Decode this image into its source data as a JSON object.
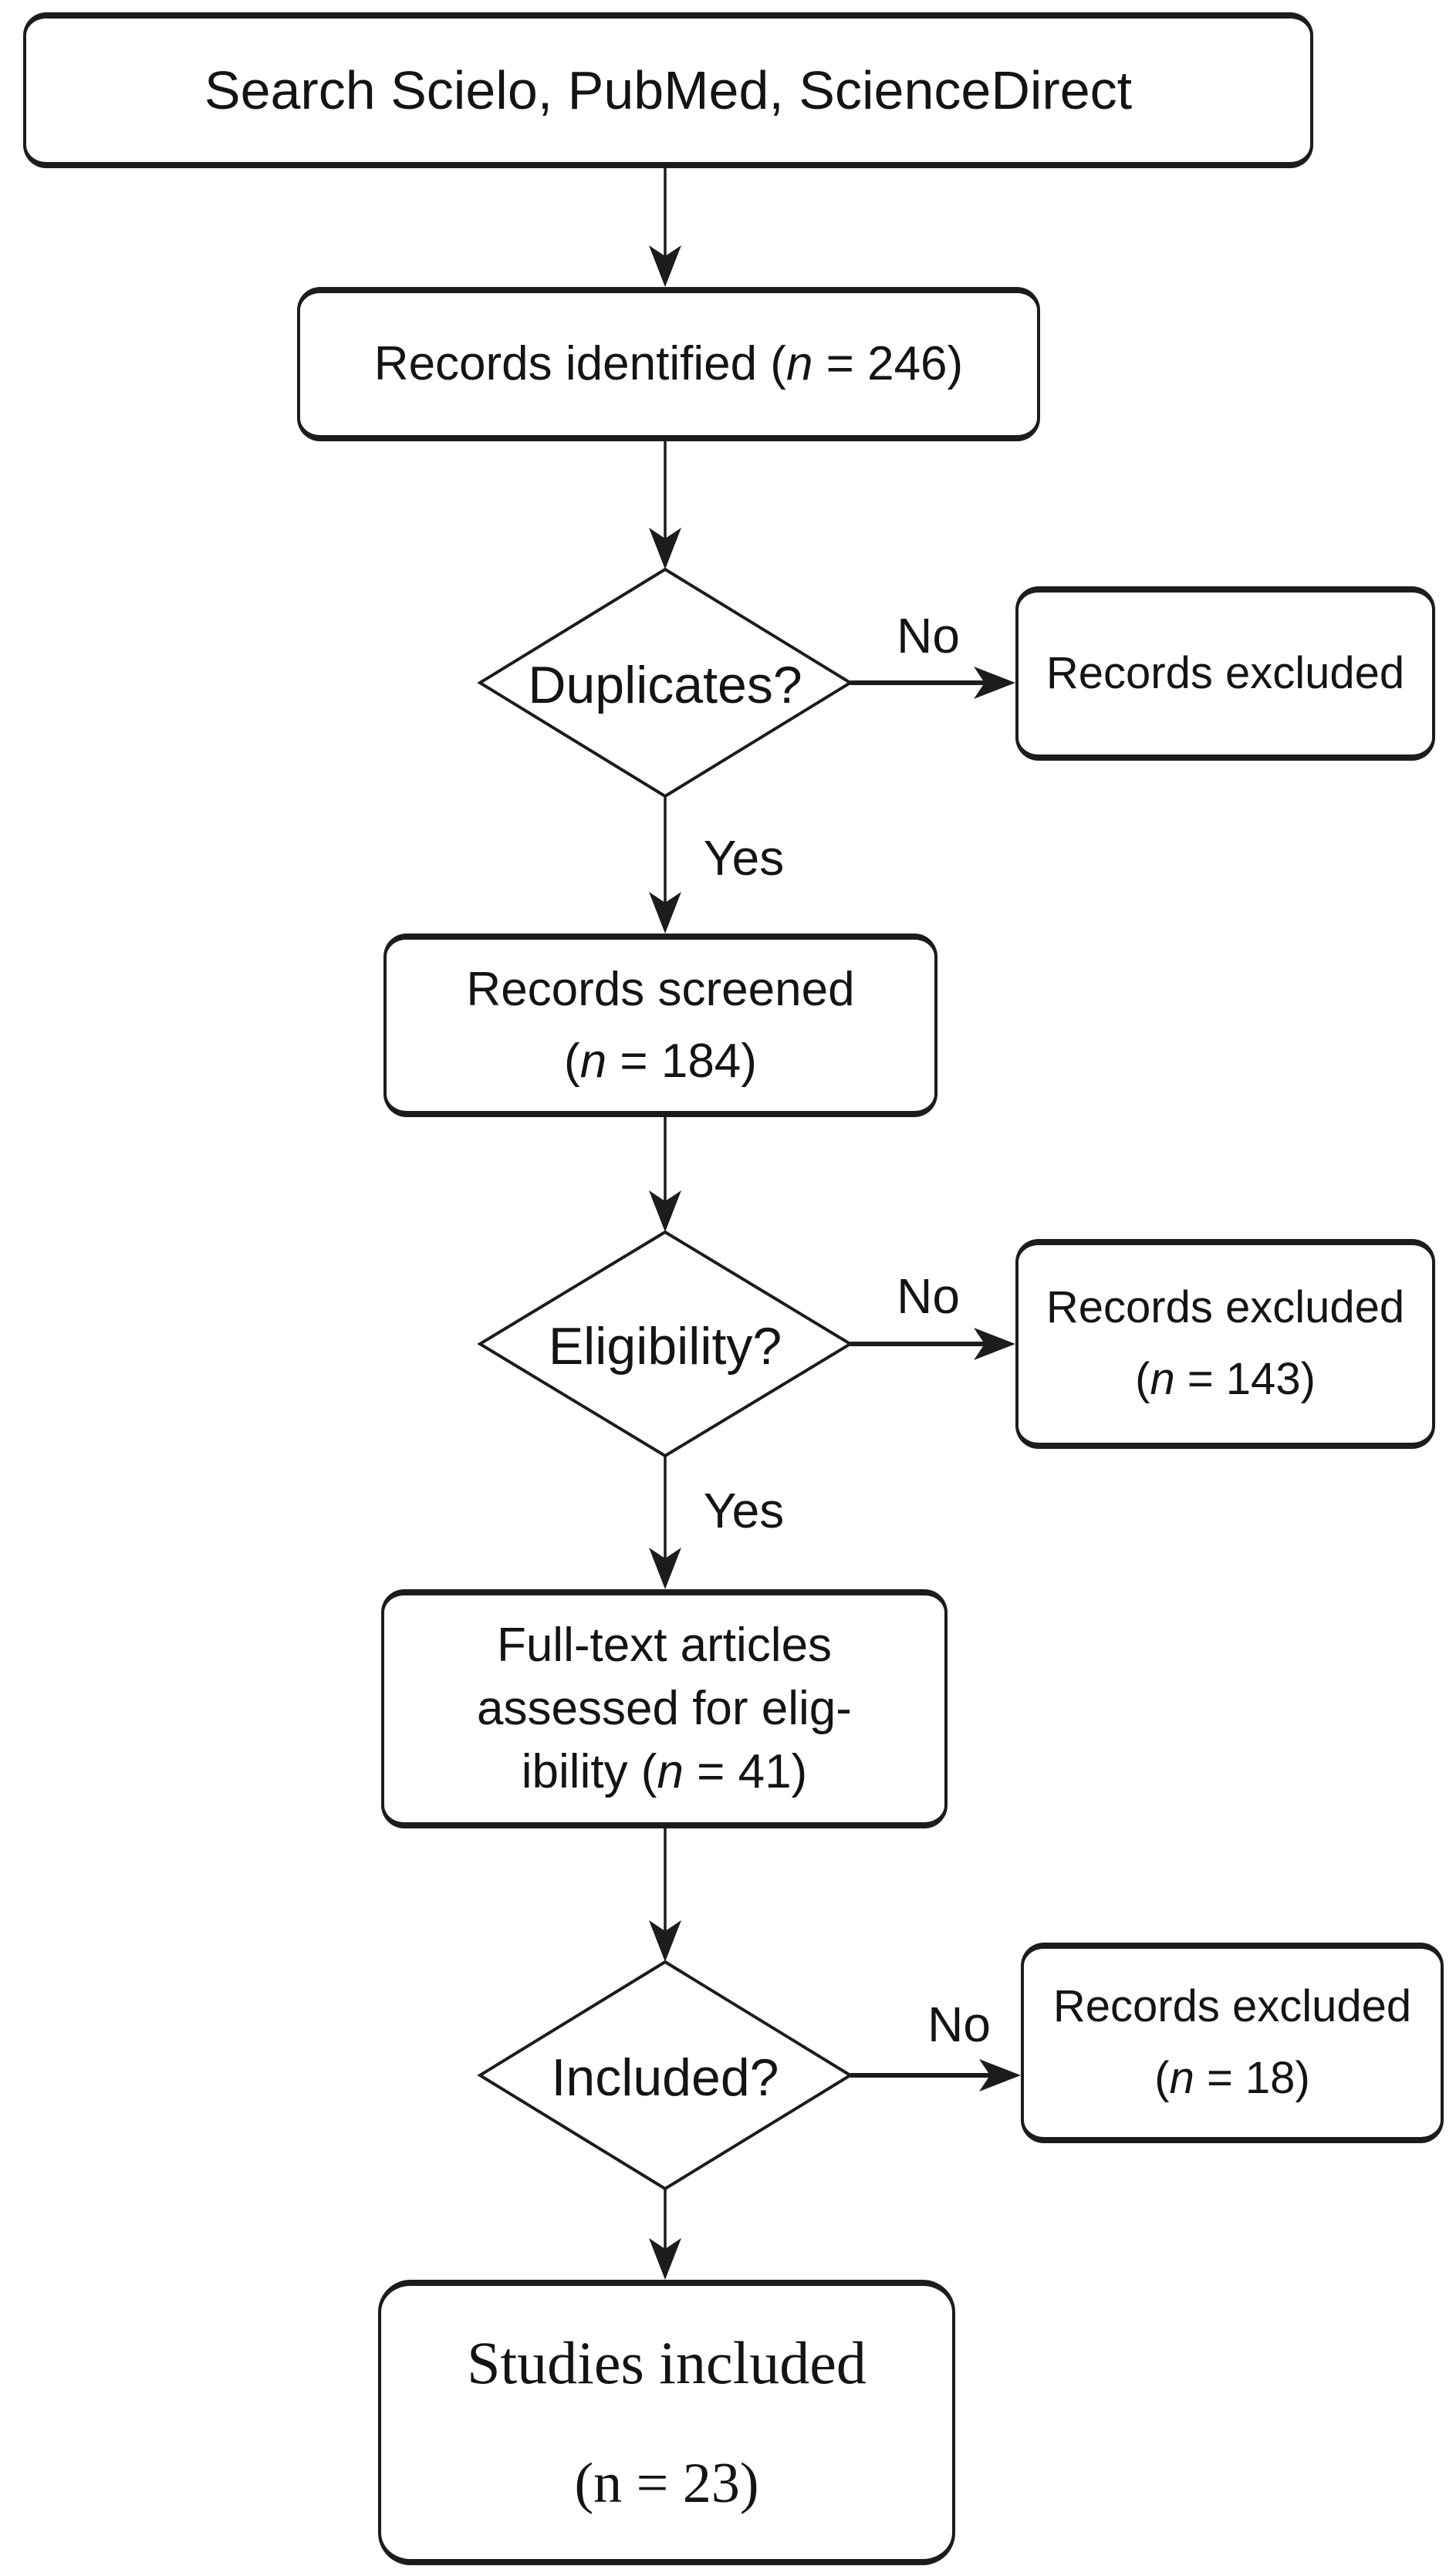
{
  "colors": {
    "background": "#ffffff",
    "line": "#1c1c1c",
    "text": "#141414"
  },
  "nodes": {
    "search": {
      "label": "Search Scielo, PubMed, ScienceDirect"
    },
    "identified": {
      "pre": "Records identified (",
      "var": "n",
      "post": " = 246)"
    },
    "duplicates": {
      "label": "Duplicates?"
    },
    "excluded_duplicates": {
      "line1": "Records excluded"
    },
    "screened": {
      "line1": "Records screened",
      "count_pre": "(",
      "count_var": "n",
      "count_post": " = 184)"
    },
    "eligibility": {
      "label": "Eligibility?"
    },
    "excluded_eligibility": {
      "line1": "Records excluded",
      "count_pre": "(",
      "count_var": "n",
      "count_post": " = 143)"
    },
    "fulltext": {
      "line1": "Full-text articles",
      "line2": "assessed for elig-",
      "line3_pre": "ibility (",
      "line3_var": "n",
      "line3_post": " = 41)"
    },
    "included": {
      "label": "Included?"
    },
    "excluded_included": {
      "line1": "Records excluded",
      "count_pre": "(",
      "count_var": "n",
      "count_post": " = 18)"
    },
    "studies": {
      "line1": "Studies included",
      "line2": "(n = 23)"
    }
  },
  "edges": {
    "duplicates_no": "No",
    "duplicates_yes": "Yes",
    "eligibility_no": "No",
    "eligibility_yes": "Yes",
    "included_no": "No"
  }
}
